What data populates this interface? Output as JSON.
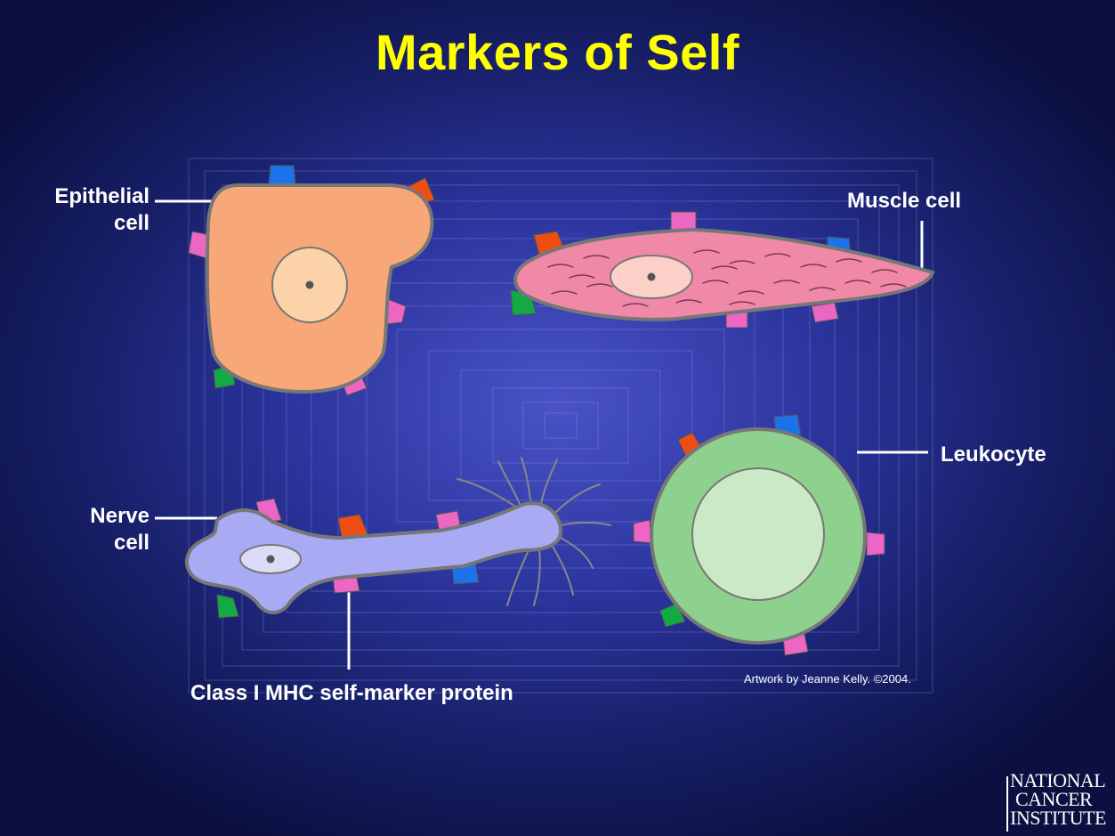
{
  "title": "Markers of Self",
  "labels": {
    "epithelial": [
      "Epithelial",
      "cell"
    ],
    "muscle": "Muscle cell",
    "leukocyte": "Leukocyte",
    "nerve": [
      "Nerve",
      "cell"
    ],
    "mhc": "Class I MHC self-marker protein"
  },
  "credit": "Artwork by Jeanne Kelly. ©2004.",
  "logo": [
    "NATIONAL",
    "CANCER",
    "INSTITUTE"
  ],
  "colors": {
    "title": "#ffff00",
    "epithelial_cell": "#f8a878",
    "muscle_cell": "#f088a8",
    "leukocyte": "#8ed08e",
    "nerve_cell": "#a8aaf4",
    "marker_blue": "#1a73e8",
    "marker_orange": "#ee4e12",
    "marker_pink": "#ee66c4",
    "marker_green": "#11aa44"
  }
}
